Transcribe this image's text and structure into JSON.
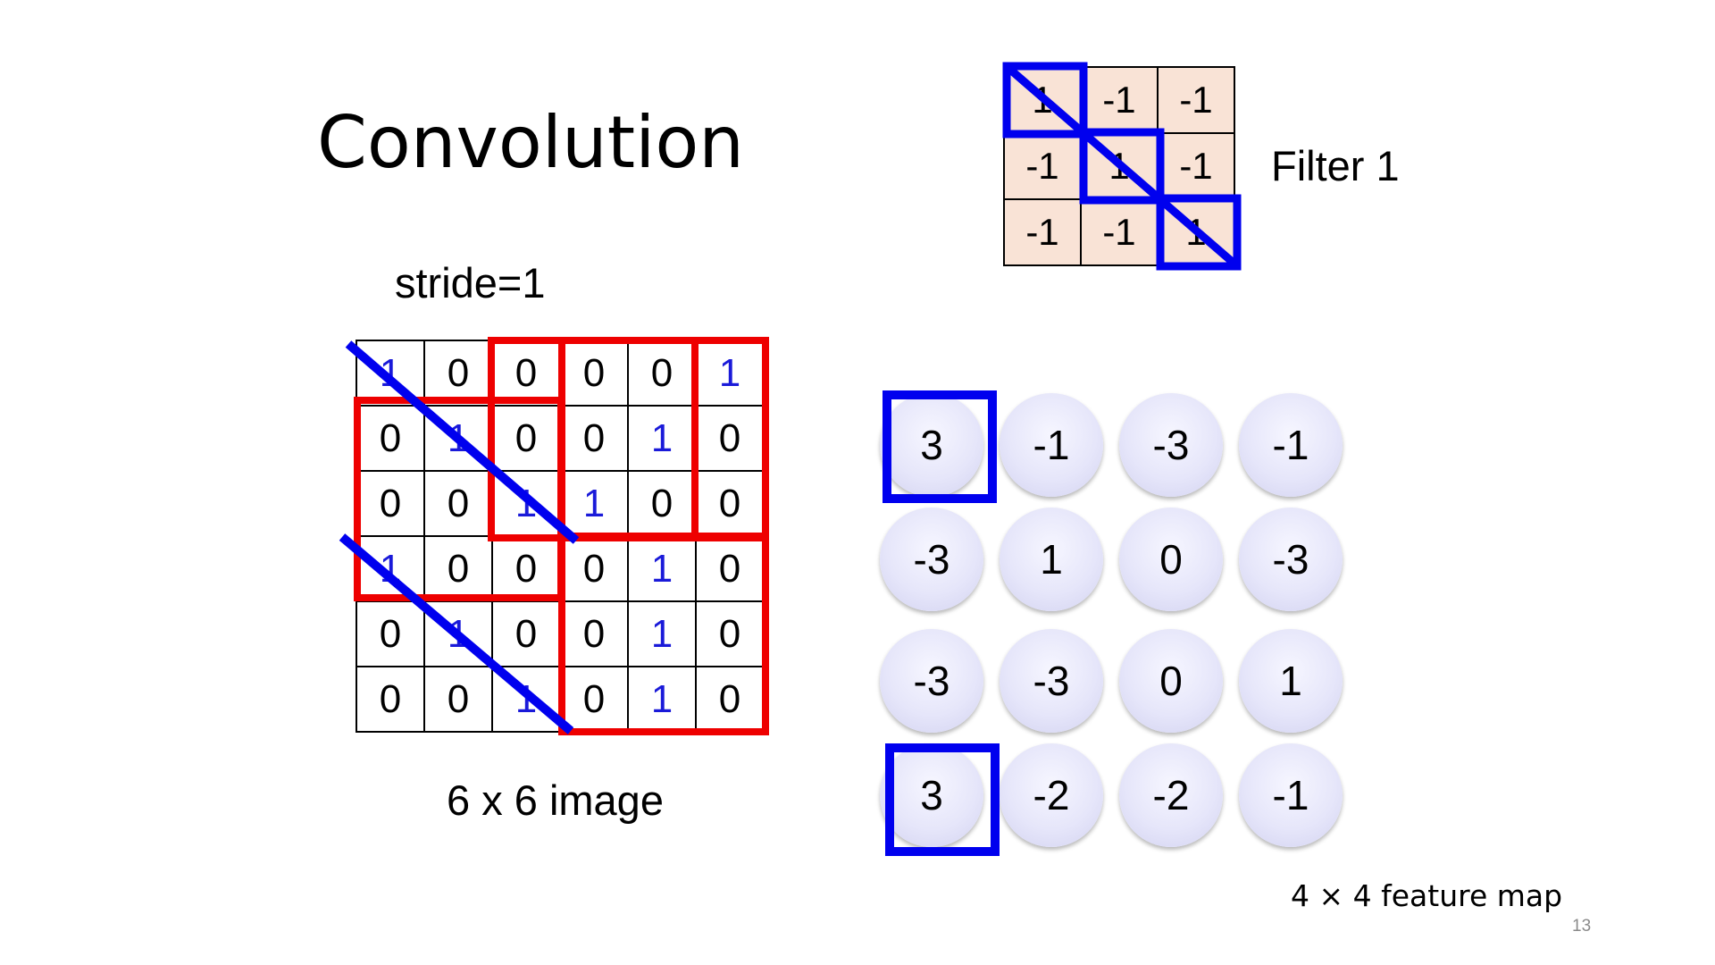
{
  "slide": {
    "title": "Convolution",
    "stride_label": "stride=1",
    "image_caption": "6 x 6 image",
    "filter_label": "Filter 1",
    "feature_map_caption": "4 × 4 feature map",
    "page_number": "13"
  },
  "image": {
    "rows": [
      [
        "1",
        "0",
        "0",
        "0",
        "0",
        "1"
      ],
      [
        "0",
        "1",
        "0",
        "0",
        "1",
        "0"
      ],
      [
        "0",
        "0",
        "1",
        "1",
        "0",
        "0"
      ],
      [
        "1",
        "0",
        "0",
        "0",
        "1",
        "0"
      ],
      [
        "0",
        "1",
        "0",
        "0",
        "1",
        "0"
      ],
      [
        "0",
        "0",
        "1",
        "0",
        "1",
        "0"
      ]
    ]
  },
  "filter": {
    "rows": [
      [
        "1",
        "-1",
        "-1"
      ],
      [
        "-1",
        "1",
        "-1"
      ],
      [
        "-1",
        "-1",
        "1"
      ]
    ]
  },
  "feature_map": {
    "rows": [
      [
        "3",
        "-1",
        "-3",
        "-1"
      ],
      [
        "-3",
        "1",
        "0",
        "-3"
      ],
      [
        "-3",
        "-3",
        "0",
        "1"
      ],
      [
        "3",
        "-2",
        "-2",
        "-1"
      ]
    ]
  },
  "colors": {
    "highlight_blue": "#0000ee",
    "window_red": "#ee0000",
    "one_text_blue": "#1a1ad9",
    "filter_fill": "#f9e3d6",
    "feature_cell_fill": "#e6e6fa",
    "page_number_gray": "#8a8a8a"
  }
}
